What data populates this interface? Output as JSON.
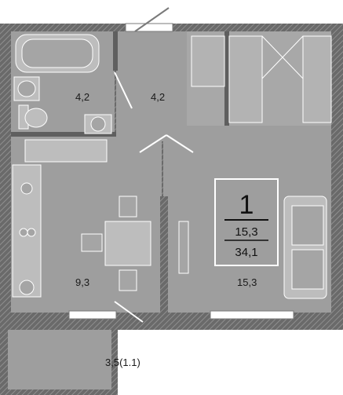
{
  "rooms": {
    "bathroom_area": "4,2",
    "hallway_area": "4,2",
    "kitchen_area": "9,3",
    "living_area": "15,3",
    "balcony_area": "3,5(1.1)"
  },
  "badge": {
    "rooms_count": "1",
    "living_area": "15,3",
    "total_area": "34,1"
  },
  "colors": {
    "floor": "#9e9e9e",
    "wall": "#5f5f5f",
    "wall_hatch": "#8a8a8a",
    "fixture": "#bdbdbd",
    "outline": "#ffffff"
  }
}
